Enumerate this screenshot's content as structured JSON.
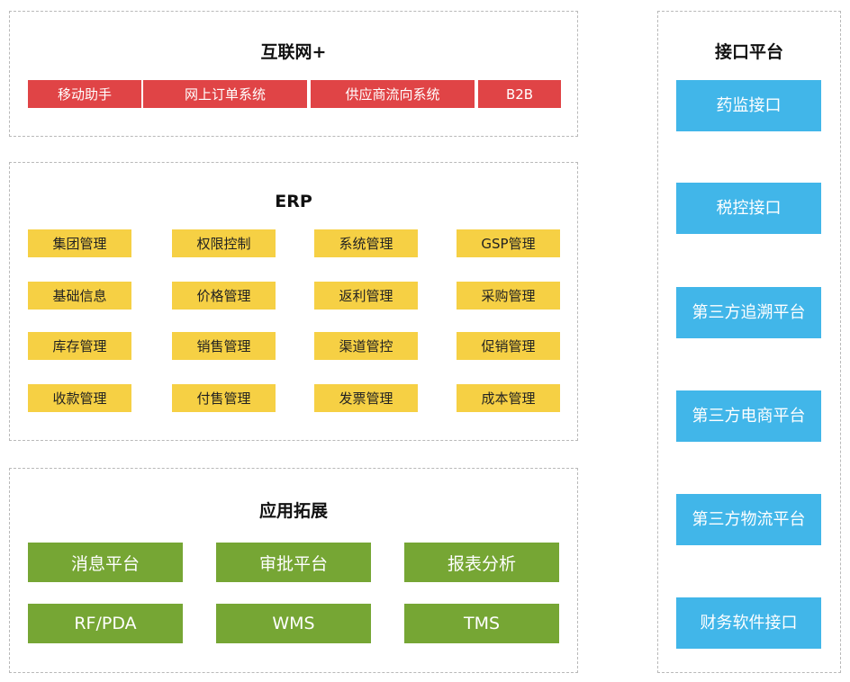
{
  "internet": {
    "title": "互联网+",
    "items": [
      "移动助手",
      "网上订单系统",
      "供应商流向系统",
      "B2B"
    ]
  },
  "erp": {
    "title": "ERP",
    "items": [
      "集团管理",
      "权限控制",
      "系统管理",
      "GSP管理",
      "基础信息",
      "价格管理",
      "返利管理",
      "采购管理",
      "库存管理",
      "销售管理",
      "渠道管控",
      "促销管理",
      "收款管理",
      "付售管理",
      "发票管理",
      "成本管理"
    ]
  },
  "extension": {
    "title": "应用拓展",
    "items": [
      "消息平台",
      "审批平台",
      "报表分析",
      "RF/PDA",
      "WMS",
      "TMS"
    ]
  },
  "interface": {
    "title": "接口平台",
    "items": [
      "药监接口",
      "税控接口",
      "第三方追溯平台",
      "第三方电商平台",
      "第三方物流平台",
      "财务软件接口"
    ]
  },
  "colors": {
    "internet": "#e04446",
    "erp": "#f6d044",
    "extension": "#76a634",
    "interface": "#41b6e9"
  }
}
